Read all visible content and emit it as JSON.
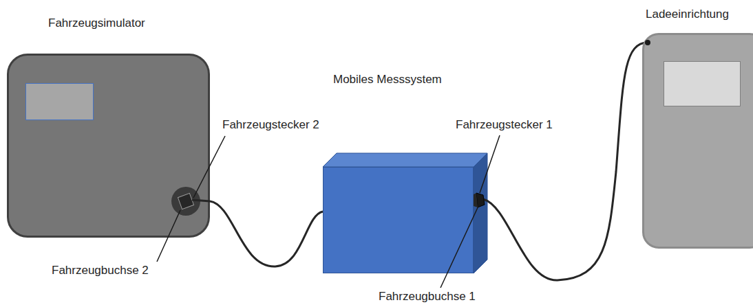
{
  "diagram": {
    "nodes": [
      {
        "text": [
          "Fahrzeugsimulator"
        ]
      },
      {
        "text": [
          "Mobiles Messsystem"
        ]
      },
      {
        "text": [
          "Ladeeinrichtung"
        ]
      }
    ],
    "edges": [
      {
        "from": 0,
        "to": 1,
        "arrow": "none"
      },
      {
        "from": 1,
        "to": 2,
        "arrow": "none"
      }
    ],
    "labels": [
      "Fahrzeugstecker 2",
      "Fahrzeugbuchse 2",
      "Fahrzeugstecker 1",
      "Fahrzeugbuchse 1"
    ]
  }
}
